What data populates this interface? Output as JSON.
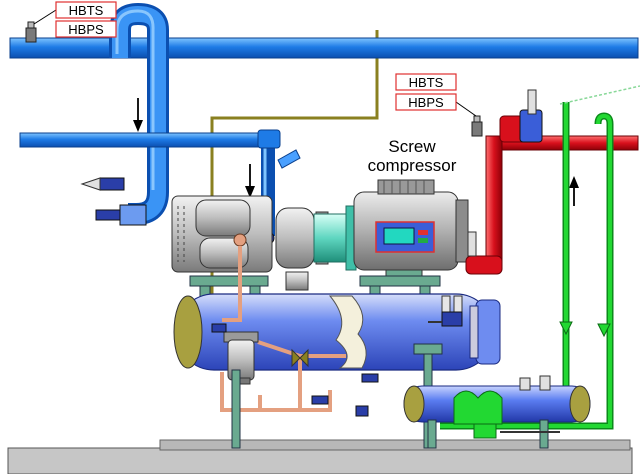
{
  "labels": {
    "top_left_temp": "HBTS",
    "top_left_pressure": "HBPS",
    "right_temp": "HBTS",
    "right_pressure": "HBPS",
    "compressor_line1": "Screw",
    "compressor_line2": "compressor"
  },
  "colors": {
    "suction_pipe": "#1e7be6",
    "suction_pipe_light": "#58a9ff",
    "discharge_pipe": "#d8101c",
    "return_pipe": "#22d832",
    "oil_line": "#8a8020",
    "copper_line": "#e4a080",
    "vessel_blue": "#4a6ee0",
    "vessel_light": "#b5c2f5",
    "machine_grey": "#c8c8c8",
    "base_frame": "#6aaa90",
    "label_border": "#e03030"
  }
}
